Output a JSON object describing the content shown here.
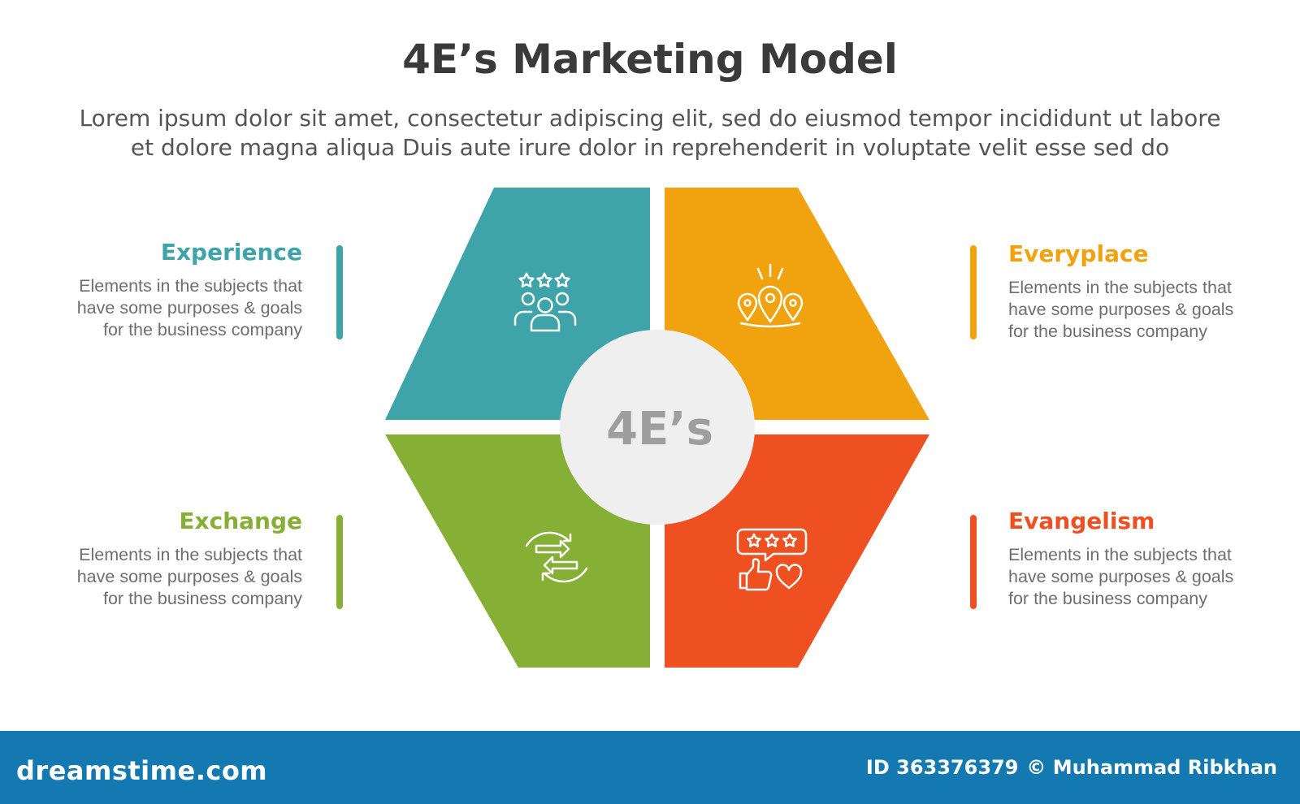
{
  "header": {
    "title": "4E’s Marketing Model",
    "subtitle_line1": "Lorem ipsum dolor sit amet, consectetur adipiscing elit, sed do eiusmod tempor incididunt ut labore",
    "subtitle_line2": "et dolore magna aliqua Duis aute irure dolor in reprehenderit in voluptate velit esse sed do"
  },
  "center": {
    "label": "4E’s",
    "fill": "#efefef",
    "text_color": "#9e9e9e"
  },
  "segments": [
    {
      "title": "Experience",
      "color": "#3ea4aa",
      "icon": "team-rating-icon",
      "desc": [
        "Elements in the subjects that",
        "have  some purposes & goals",
        "for the  business company"
      ]
    },
    {
      "title": "Everyplace",
      "color": "#f0a30f",
      "icon": "location-pins-icon",
      "desc": [
        "Elements in the subjects that",
        "have  some purposes & goals",
        "for the  business company"
      ]
    },
    {
      "title": "Exchange",
      "color": "#86b035",
      "icon": "exchange-arrows-icon",
      "desc": [
        "Elements in the subjects that",
        "have  some purposes & goals",
        "for the  business company"
      ]
    },
    {
      "title": "Evangelism",
      "color": "#ef5022",
      "icon": "review-like-heart-icon",
      "desc": [
        "Elements in the subjects that",
        "have  some purposes & goals",
        "for the  business company"
      ]
    }
  ],
  "footer": {
    "brand": "dreamstime.com",
    "id_label": "ID 363376379",
    "copyright": "© Muhammad Ribkhan",
    "background": "#1479b0"
  }
}
